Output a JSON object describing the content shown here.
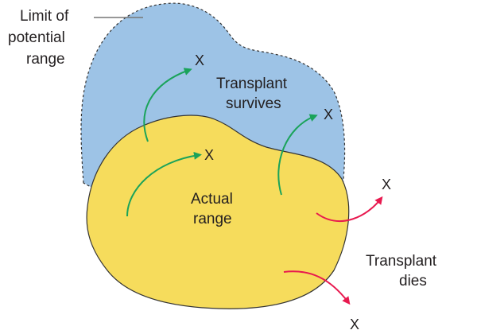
{
  "labels": {
    "limit_line1": "Limit of",
    "limit_line2": "potential",
    "limit_line3": "range",
    "survives_line1": "Transplant",
    "survives_line2": "survives",
    "actual_line1": "Actual",
    "actual_line2": "range",
    "dies_line1": "Transplant",
    "dies_line2": "dies"
  },
  "marker": "X",
  "colors": {
    "potential_fill": "#9dc3e6",
    "actual_fill": "#f6dc5c",
    "outline": "#333333",
    "arrow_survive": "#1aa35a",
    "arrow_die": "#e8194f",
    "text": "#231f20"
  }
}
